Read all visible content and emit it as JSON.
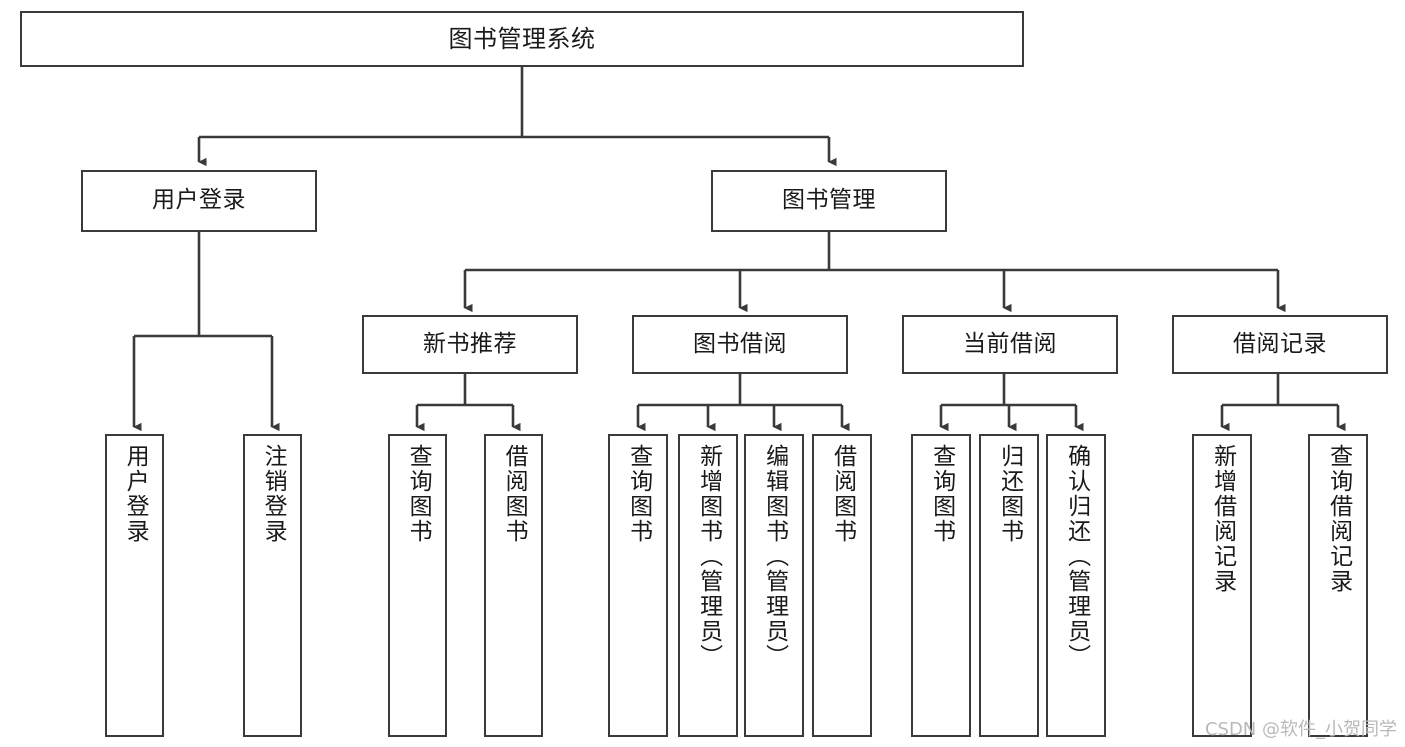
{
  "diagram": {
    "title": "图书管理系统",
    "type": "tree-hierarchy",
    "stroke_color": "#3a3a3a",
    "background_color": "#ffffff",
    "text_color": "#1a1a1a"
  },
  "nodes": {
    "root": {
      "label": "图书管理系统"
    },
    "level2": [
      {
        "label": "用户登录"
      },
      {
        "label": "图书管理"
      }
    ],
    "level3": [
      {
        "label": "新书推荐"
      },
      {
        "label": "图书借阅"
      },
      {
        "label": "当前借阅"
      },
      {
        "label": "借阅记录"
      }
    ],
    "leaves": {
      "user_login": [
        {
          "label": "用户登录"
        },
        {
          "label": "注销登录"
        }
      ],
      "new_book_recommend": [
        {
          "label": "查询图书"
        },
        {
          "label": "借阅图书"
        }
      ],
      "book_borrow": [
        {
          "label": "查询图书"
        },
        {
          "label": "新增图书（管理员）"
        },
        {
          "label": "编辑图书（管理员）"
        },
        {
          "label": "借阅图书"
        }
      ],
      "current_borrow": [
        {
          "label": "查询图书"
        },
        {
          "label": "归还图书"
        },
        {
          "label": "确认归还（管理员）"
        }
      ],
      "borrow_record": [
        {
          "label": "新增借阅记录"
        },
        {
          "label": "查询借阅记录"
        }
      ]
    }
  },
  "watermark": {
    "text": "CSDN @软件_小贺同学"
  }
}
